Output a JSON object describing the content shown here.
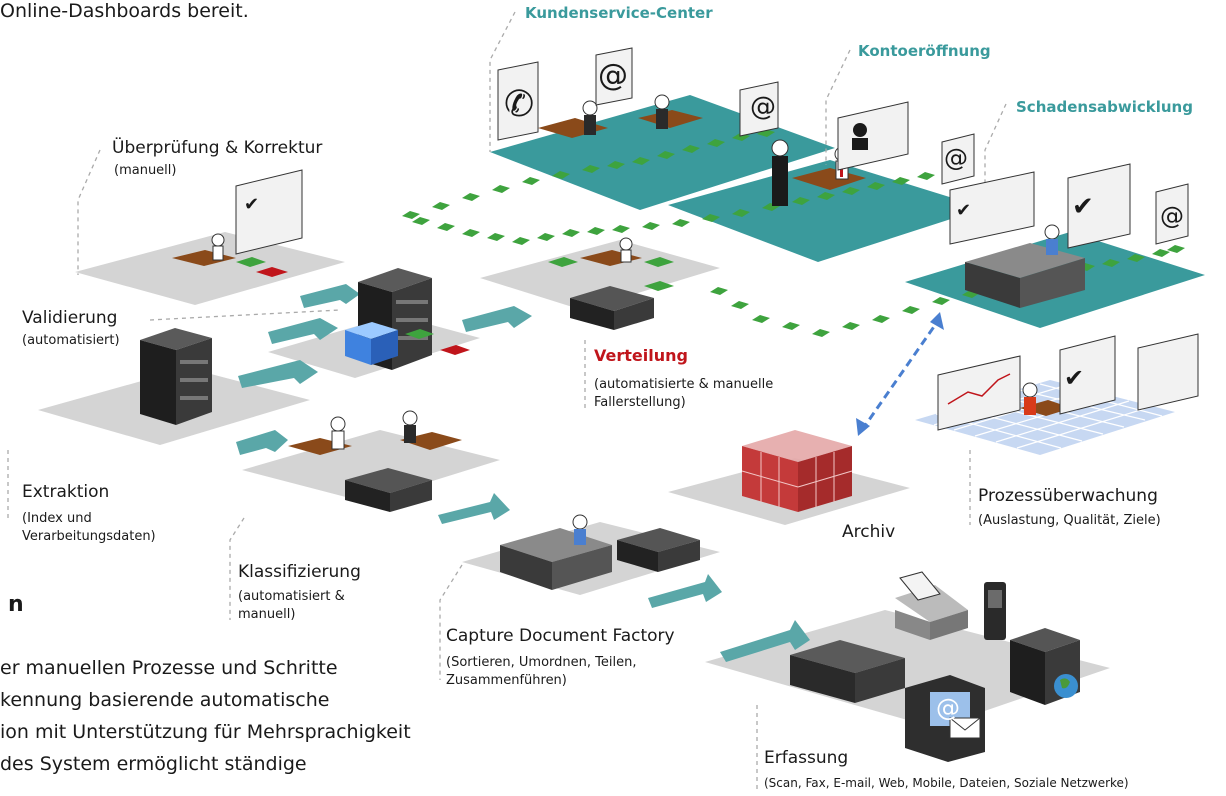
{
  "intro_fragment": "Online-Dashboards bereit.",
  "section_heading_fragment": "n",
  "body_lines": [
    "er manuellen Prozesse und Schritte",
    "kennung basierende automatische",
    "ion mit Unterstützung für Mehrsprachigkeit",
    "des System ermöglicht ständige"
  ],
  "stations": {
    "kundenservice": {
      "title": "Kundenservice-Center"
    },
    "kontoeroeffnung": {
      "title": "Kontoeröffnung"
    },
    "schadensabwicklung": {
      "title": "Schadensabwicklung"
    },
    "ueberpruefung": {
      "title": "Überprüfung & Korrektur",
      "sub": "(manuell)"
    },
    "validierung": {
      "title": "Validierung",
      "sub": "(automatisiert)"
    },
    "verteilung": {
      "title": "Verteilung",
      "sub1": "(automatisierte & manuelle",
      "sub2": "Fallerstellung)"
    },
    "extraktion": {
      "title": "Extraktion",
      "sub1": "(Index und",
      "sub2": "Verarbeitungsdaten)"
    },
    "klassifizierung": {
      "title": "Klassifizierung",
      "sub1": "(automatisiert &",
      "sub2": "manuell)"
    },
    "capture": {
      "title": "Capture Document Factory",
      "sub1": "(Sortieren, Umordnen, Teilen,",
      "sub2": "Zusammenführen)"
    },
    "archiv": {
      "title": "Archiv"
    },
    "prozess": {
      "title": "Prozessüberwachung",
      "sub": "(Auslastung, Qualität, Ziele)"
    },
    "erfassung": {
      "title": "Erfassung",
      "sub": "(Scan, Fax, E-mail, Web, Mobile, Dateien, Soziale Netzwerke)"
    }
  },
  "icons": {
    "email_glyph": "@",
    "check_glyph": "✔",
    "phone_glyph": "✆"
  },
  "colors": {
    "teal_platform": "#3a9a9c",
    "gray_platform": "#d4d4d4",
    "arrow": "#5aa7a8",
    "green_dash": "#3ea33e",
    "accent_red": "#c0151b",
    "archive_red": "#c43a3a",
    "blue_grid": "#b8cfee",
    "desk": "#8a4a1a"
  }
}
